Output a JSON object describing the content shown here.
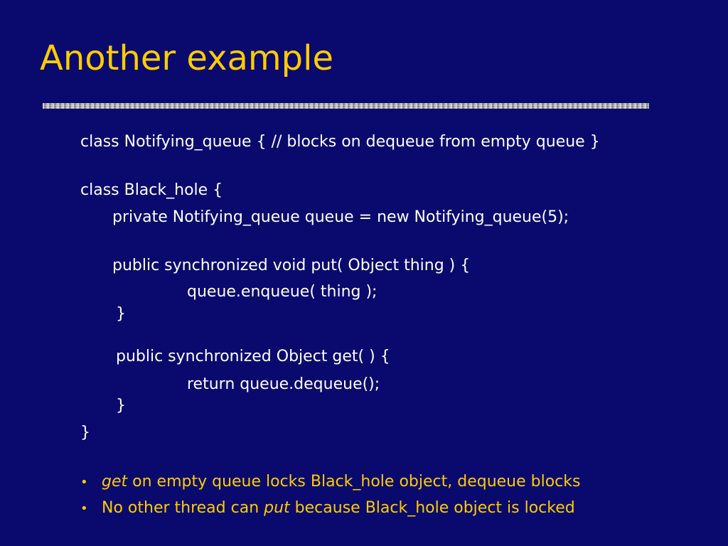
{
  "slide": {
    "title": "Another example",
    "code": [
      "class Notifying_queue  { // blocks on dequeue from empty queue }",
      "class Black_hole {",
      "private Notifying_queue queue = new Notifying_queue(5);",
      "public synchronized void put( Object thing ) {",
      "queue.enqueue( thing );",
      "}",
      "public synchronized Object get( ) {",
      "return queue.dequeue();",
      "}",
      "}"
    ],
    "bullets": [
      {
        "marker": "•",
        "em": "get",
        "text": " on empty queue locks Black_hole object,  dequeue blocks"
      },
      {
        "marker": "•",
        "before": "No other thread can ",
        "em": "put",
        "after": "  because Black_hole object is locked"
      }
    ]
  }
}
